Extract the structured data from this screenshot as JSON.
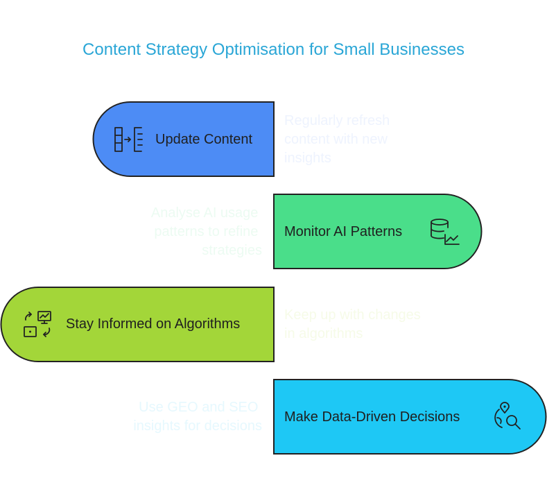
{
  "title": "Content Strategy Optimisation for Small Businesses",
  "colors": {
    "title": "#2aa6d6",
    "step1": "#4d8cf5",
    "step2": "#4ade8a",
    "step3": "#a3d639",
    "step4": "#1ec8f5"
  },
  "steps": [
    {
      "label": "Update Content",
      "icon": "column-insert-icon",
      "description": [
        "Regularly refresh",
        "content with new",
        "insights"
      ]
    },
    {
      "label": "Monitor AI Patterns",
      "icon": "database-chart-icon",
      "description": [
        "Analyse AI usage",
        "patterns to refine",
        "strategies"
      ]
    },
    {
      "label": "Stay Informed on Algorithms",
      "icon": "monitor-sync-icon",
      "description": [
        "Keep up with changes",
        "in algorithms"
      ]
    },
    {
      "label": "Make Data-Driven Decisions",
      "icon": "map-search-icon",
      "description": [
        "Use GEO and SEO",
        "insights for decisions"
      ]
    }
  ]
}
